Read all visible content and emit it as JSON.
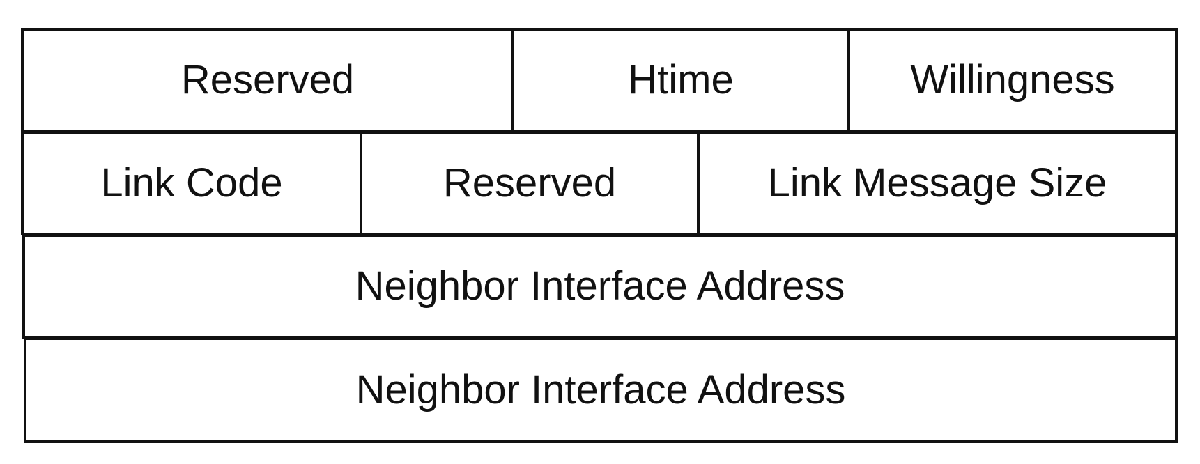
{
  "rows": [
    {
      "fields": [
        {
          "label": "Reserved"
        },
        {
          "label": "Htime"
        },
        {
          "label": "Willingness"
        }
      ]
    },
    {
      "fields": [
        {
          "label": "Link Code"
        },
        {
          "label": "Reserved"
        },
        {
          "label": "Link Message Size"
        }
      ]
    },
    {
      "fields": [
        {
          "label": "Neighbor Interface Address"
        }
      ]
    },
    {
      "fields": [
        {
          "label": "Neighbor Interface Address"
        }
      ]
    }
  ]
}
